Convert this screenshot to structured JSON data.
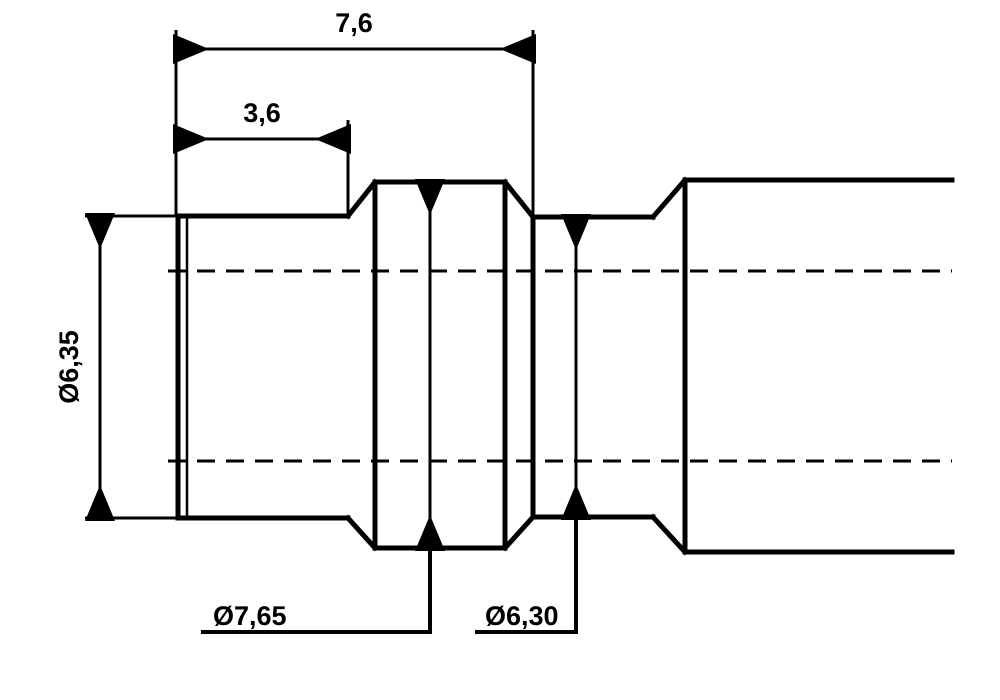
{
  "drawing": {
    "type": "mechanical-part-2d-section-view",
    "title": "Stepped shaft / pin dimensioned drawing",
    "units_note": "",
    "background_color": "#ffffff",
    "line_color": "#000000",
    "decimal_separator": ",",
    "dimensions": {
      "overall_length": {
        "label": "7,6",
        "name": "length-7-6",
        "orientation": "horizontal",
        "value": 7.6
      },
      "step_length": {
        "label": "3,6",
        "name": "length-3-6",
        "orientation": "horizontal",
        "value": 3.6
      },
      "diameter_left": {
        "label": "Ø6,35",
        "name": "diameter-6-35",
        "orientation": "vertical",
        "value": 6.35
      },
      "diameter_boss": {
        "label": "Ø7,65",
        "name": "diameter-7-65",
        "orientation": "leader",
        "value": 7.65
      },
      "diameter_step": {
        "label": "Ø6,30",
        "name": "diameter-6-30",
        "orientation": "leader",
        "value": 6.3
      }
    },
    "geometry": {
      "sections": [
        {
          "name": "left-cylinder",
          "diameter_label": "Ø6,35"
        },
        {
          "name": "center-boss",
          "diameter_label": "Ø7,65"
        },
        {
          "name": "step-cylinder",
          "diameter_label": "Ø6,30"
        },
        {
          "name": "right-body",
          "diameter_label": ""
        }
      ],
      "centerline_count": 2
    }
  }
}
